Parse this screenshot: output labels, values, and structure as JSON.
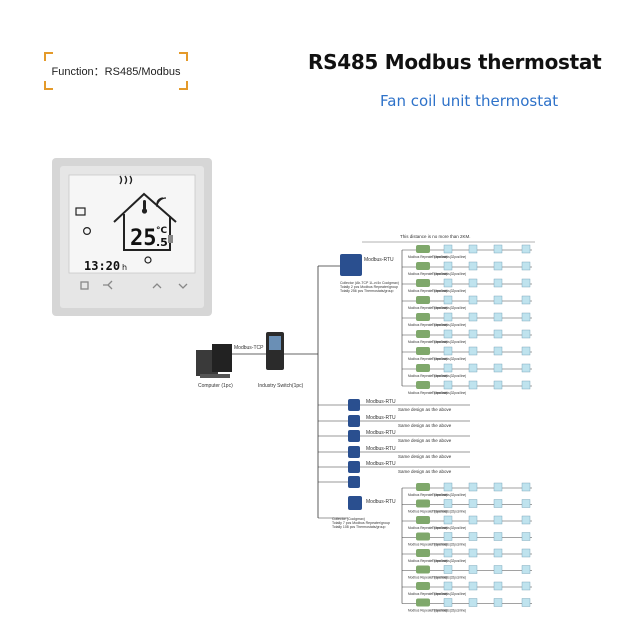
{
  "function_label": "Function：RS485/Modbus",
  "title": "RS485 Modbus thermostat",
  "subtitle": "Fan coil unit thermostat",
  "thermostat": {
    "temperature": "25",
    "temperature_decimal": ".5",
    "unit": "°C",
    "clock": "13:20",
    "clock_suffix": "h"
  },
  "diagram": {
    "distance_note": "This distance is no more than 2KM.",
    "computer_label": "Computer (1pc)",
    "switch_label": "Industry Switch(1pc)",
    "tcp_label": "Modbus-TCP",
    "rtu_label": "Modbus-RTU",
    "same_design": "Same design as the above",
    "repeater_label": "Modbus Repeater (1pc/line)",
    "thermostat_label": "Thermostats(32pcs/line)",
    "collector_top": [
      "Collector (Ah-TCP 1L-n/4x Coolgmax)",
      "Totally 2 pcs Modbus Repeater/group",
      "Totally 256 pcs Thermostats/group"
    ],
    "collector_bottom": [
      "Collector (Coolgmax)",
      "Totally 7 pcs Modbus Repeater/group",
      "Totally 108 pcs Thermostats/group"
    ]
  },
  "colors": {
    "function_corner": "#e49a2a",
    "subtitle": "#2e72c9",
    "panel_frame": "#d6d6d6",
    "panel_screen": "#f4f4f4",
    "collector": "#2a4f8f",
    "repeater": "#7fa86b",
    "thermostat_icon": "#bfe3ee"
  }
}
